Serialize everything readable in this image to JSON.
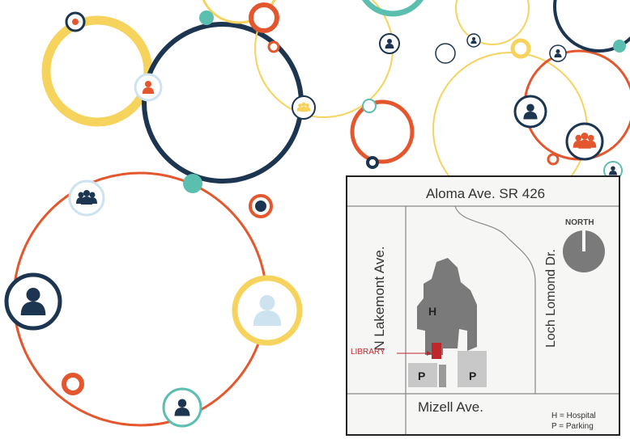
{
  "colors": {
    "navy": "#1c3550",
    "yellow": "#f6d35d",
    "orange": "#e4572e",
    "teal": "#5bbfb0",
    "light_blue": "#cde3f0",
    "library_red": "#c0272d",
    "building_gray": "#7a7a7a",
    "parking_gray": "#c8c8c8"
  },
  "decor_icons": [
    "person-icon",
    "group-icon"
  ],
  "map": {
    "streets": {
      "top": "Aloma Ave. SR 426",
      "left": "N Lakemont Ave.",
      "right": "Loch Lomond Dr.",
      "bottom": "Mizell Ave."
    },
    "north_label": "NORTH",
    "hospital_marker": "H",
    "parking_marker": "P",
    "library_label": "LIBRARY",
    "legend": [
      "H = Hospital",
      "P = Parking"
    ]
  }
}
